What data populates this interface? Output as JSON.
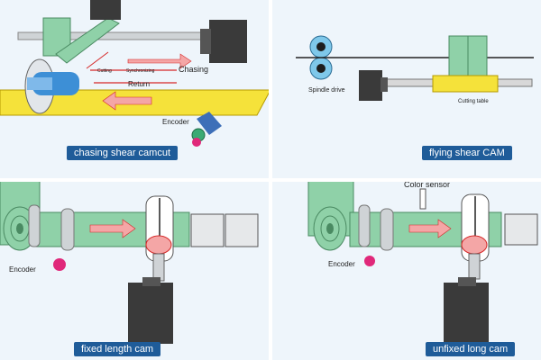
{
  "panels": [
    {
      "caption": "chasing shear camcut",
      "labels": {
        "chasing": "Chasing",
        "synchronizing": "Synchronizing",
        "return": "Return",
        "cutting": "Cutting",
        "encoder": "Encoder"
      }
    },
    {
      "caption": "flying shear CAM",
      "labels": {
        "spindle_drive": "Spindle drive",
        "cutting_table": "Cutting table"
      }
    },
    {
      "caption": "fixed length cam",
      "labels": {
        "encoder": "Encoder"
      }
    },
    {
      "caption": "unfixed long cam",
      "labels": {
        "color_sensor": "Color sensor",
        "encoder": "Encoder"
      }
    }
  ],
  "colors": {
    "panel_bg": "#eef5fb",
    "caption_bg": "#1f5c99",
    "material_yellow": "#f5e23a",
    "machine_green": "#8fd1a8",
    "motor_dark": "#3a3a3a",
    "arrow_pink": "#f4a6a6",
    "arrow_red": "#d62828",
    "encoder_magenta": "#e0287a",
    "roller_gray": "#cfd3d6"
  }
}
